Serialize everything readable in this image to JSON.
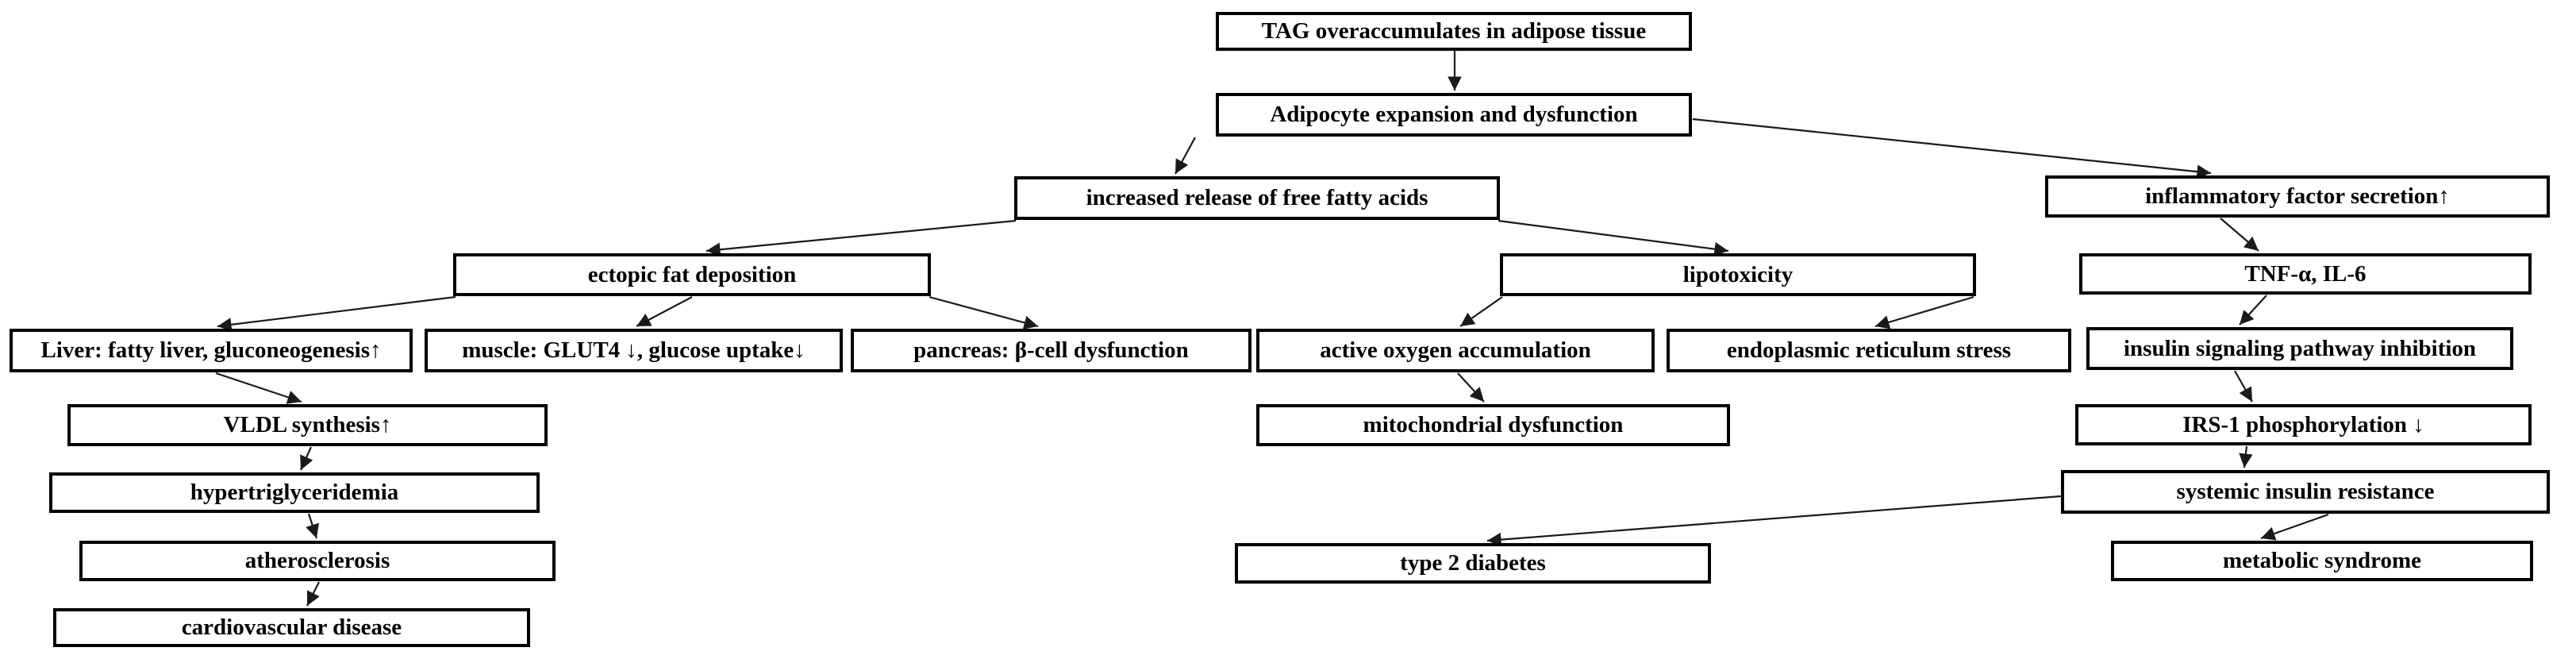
{
  "diagram": {
    "background_color": "#ffffff",
    "box_border_color": "#000000",
    "text_color": "#000000",
    "arrow_color": "#1a1a1a",
    "nodes": {
      "tag": {
        "label": "TAG overaccumulates in adipose tissue"
      },
      "adipocyte": {
        "label": "Adipocyte expansion and dysfunction"
      },
      "ffa": {
        "label": "increased release of free fatty acids"
      },
      "inflammatory": {
        "label": "inflammatory factor secretion↑"
      },
      "ectopic": {
        "label": "ectopic fat deposition"
      },
      "lipotoxicity": {
        "label": "lipotoxicity"
      },
      "tnf": {
        "label": "TNF-α, IL-6"
      },
      "liver": {
        "label": "Liver: fatty liver, gluconeogenesis↑"
      },
      "muscle": {
        "label": "muscle: GLUT4 ↓, glucose uptake↓"
      },
      "pancreas": {
        "label": "pancreas: β-cell dysfunction"
      },
      "active_oxygen": {
        "label": "active oxygen accumulation"
      },
      "er_stress": {
        "label": "endoplasmic reticulum stress"
      },
      "insulin_signaling": {
        "label": "insulin signaling pathway inhibition"
      },
      "vldl": {
        "label": "VLDL synthesis↑"
      },
      "mitochondrial": {
        "label": "mitochondrial dysfunction"
      },
      "irs1": {
        "label": "IRS-1 phosphorylation ↓"
      },
      "hypertriglyceridemia": {
        "label": "hypertriglyceridemia"
      },
      "systemic": {
        "label": "systemic insulin resistance"
      },
      "atherosclerosis": {
        "label": "atherosclerosis"
      },
      "type2": {
        "label": "type 2 diabetes"
      },
      "metabolic": {
        "label": "metabolic syndrome"
      },
      "cardiovascular": {
        "label": "cardiovascular disease"
      }
    },
    "edges": [
      {
        "from": "tag",
        "to": "adipocyte"
      },
      {
        "from": "adipocyte",
        "to": "ffa"
      },
      {
        "from": "adipocyte",
        "to": "inflammatory"
      },
      {
        "from": "ffa",
        "to": "ectopic"
      },
      {
        "from": "ffa",
        "to": "lipotoxicity"
      },
      {
        "from": "ectopic",
        "to": "liver"
      },
      {
        "from": "ectopic",
        "to": "muscle"
      },
      {
        "from": "ectopic",
        "to": "pancreas"
      },
      {
        "from": "lipotoxicity",
        "to": "active_oxygen"
      },
      {
        "from": "lipotoxicity",
        "to": "er_stress"
      },
      {
        "from": "inflammatory",
        "to": "tnf"
      },
      {
        "from": "liver",
        "to": "vldl"
      },
      {
        "from": "active_oxygen",
        "to": "mitochondrial"
      },
      {
        "from": "tnf",
        "to": "insulin_signaling"
      },
      {
        "from": "insulin_signaling",
        "to": "irs1"
      },
      {
        "from": "vldl",
        "to": "hypertriglyceridemia"
      },
      {
        "from": "hypertriglyceridemia",
        "to": "atherosclerosis"
      },
      {
        "from": "atherosclerosis",
        "to": "cardiovascular"
      },
      {
        "from": "irs1",
        "to": "systemic"
      },
      {
        "from": "systemic",
        "to": "metabolic"
      },
      {
        "from": "systemic",
        "to": "type2"
      }
    ]
  }
}
